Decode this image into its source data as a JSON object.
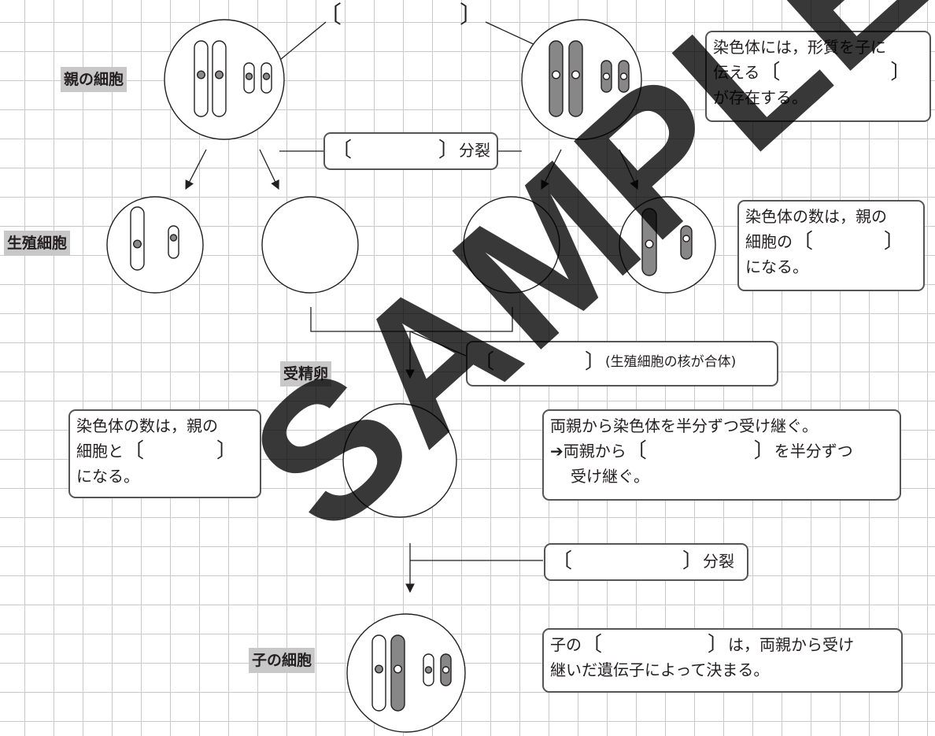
{
  "labels": {
    "parent_cell": "親の細胞",
    "germ_cell": "生殖細胞",
    "fertilized_egg": "受精卵",
    "child_cell": "子の細胞"
  },
  "brackets": {
    "open": "〔",
    "close": "〕"
  },
  "boxes": {
    "meiosis": {
      "suffix": "分裂"
    },
    "gene_box": {
      "line1": "染色体には，形質を子に",
      "line2_prefix": "伝える",
      "line3": "が存在する。"
    },
    "germ_count": {
      "line1": "染色体の数は，親の",
      "line2_prefix": "細胞の",
      "line3": "になる。"
    },
    "fertilization": {
      "suffix": "(生殖細胞の核が合体)"
    },
    "egg_count": {
      "line1": "染色体の数は，親の",
      "line2_prefix": "細胞と",
      "line3": "になる。"
    },
    "inherit": {
      "line1": "両親から染色体を半分ずつ受け継ぐ。",
      "line2_prefix": "➔両親から",
      "line2_suffix": "を半分ずつ",
      "line3": "受け継ぐ。"
    },
    "cell_division": {
      "suffix": "分裂"
    },
    "trait": {
      "line1_prefix": "子の",
      "line1_suffix": "は，両親から受け",
      "line2": "継いだ遺伝子によって決まる。"
    }
  },
  "watermark": "SAMPLE",
  "colors": {
    "chromosome_dark": "#878787",
    "dot": "#8a8a8a",
    "label_bg": "#c8c8c8",
    "grid": "#c9c9c9",
    "outline": "#231f20"
  }
}
